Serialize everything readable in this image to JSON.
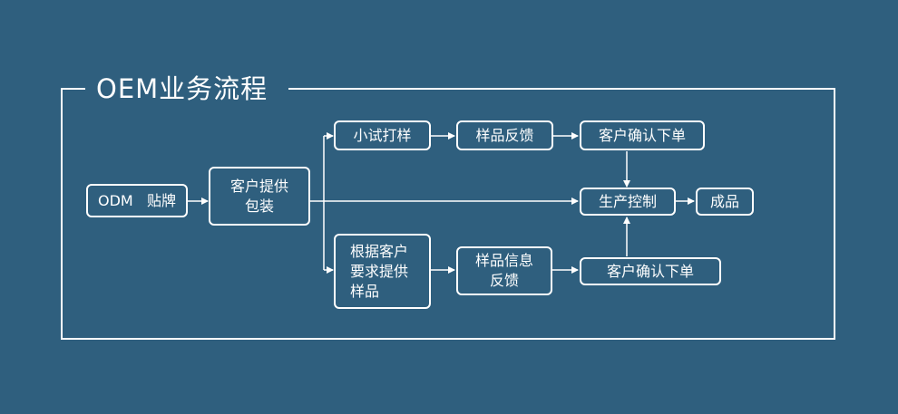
{
  "title": "OEM业务流程",
  "colors": {
    "background": "#2f5f7e",
    "stroke": "#ffffff",
    "text": "#ffffff"
  },
  "nodes": {
    "odm_brand": "ODM   贴牌",
    "customer_packaging": "客户提供\n包装",
    "trial_sample": "小试打样",
    "sample_feedback": "样品反馈",
    "customer_order_top": "客户确认下单",
    "production_control": "生产控制",
    "finished_product": "成品",
    "customer_sample": "根据客户\n要求提供\n样品",
    "sample_info_feedback": "样品信息\n反馈",
    "customer_order_bottom": "客户确认下单"
  }
}
